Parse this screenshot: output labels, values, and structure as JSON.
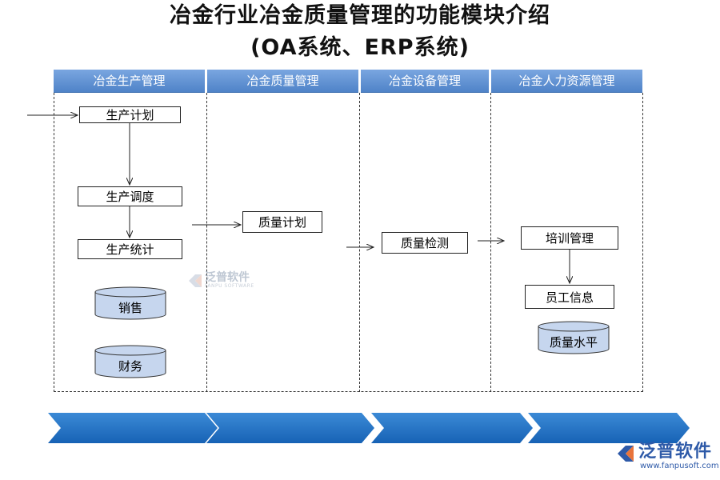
{
  "title_line1": "冶金行业冶金质量管理的功能模块介绍",
  "title_line2": "(OA系统、ERP系统)",
  "columns": [
    {
      "label": "冶金生产管理"
    },
    {
      "label": "冶金质量管理"
    },
    {
      "label": "冶金设备管理"
    },
    {
      "label": "冶金人力资源管理"
    }
  ],
  "production": {
    "plan": "生产计划",
    "dispatch": "生产调度",
    "statistics": "生产统计",
    "sales": "销售",
    "finance": "财务"
  },
  "quality": {
    "plan": "质量计划"
  },
  "equipment": {
    "inspection": "质量检测"
  },
  "hr": {
    "training": "培训管理",
    "employee_info": "员工信息",
    "quality_level": "质量水平"
  },
  "watermark": {
    "name": "泛普软件",
    "sub": "FANPU SOFTWARE"
  },
  "logo": {
    "name": "泛普软件",
    "url": "www.fanpusoft.com"
  },
  "colors": {
    "header_blue": "#5a8dd0",
    "cylinder_fill": "#c6d6ee",
    "chevron_blue": "#1f6fc0",
    "logo_blue": "#2e5aa8"
  }
}
